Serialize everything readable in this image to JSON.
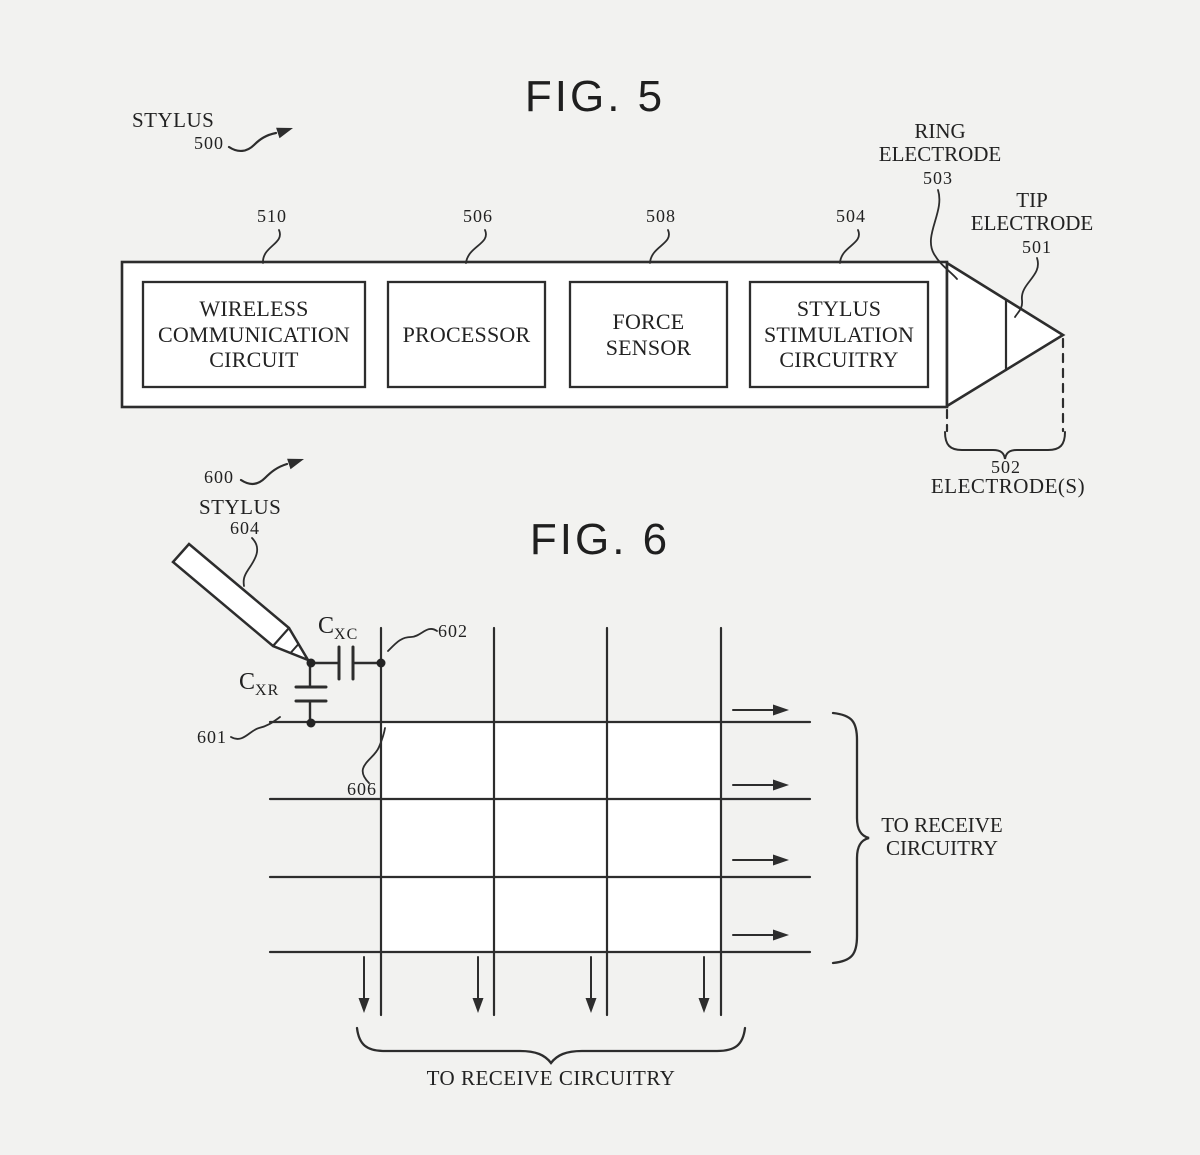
{
  "fig5": {
    "title": "FIG. 5",
    "stylus": {
      "label": "STYLUS",
      "ref": "500"
    },
    "blocks": [
      {
        "ref": "510",
        "label": "WIRELESS COMMUNICATION CIRCUIT"
      },
      {
        "ref": "506",
        "label": "PROCESSOR"
      },
      {
        "ref": "508",
        "label": "FORCE SENSOR"
      },
      {
        "ref": "504",
        "label": "STYLUS STIMULATION CIRCUITRY"
      }
    ],
    "ring_electrode": {
      "line1": "RING",
      "line2": "ELECTRODE",
      "ref": "503"
    },
    "tip_electrode": {
      "line1": "TIP",
      "line2": "ELECTRODE",
      "ref": "501"
    },
    "electrodes": {
      "ref": "502",
      "label": "ELECTRODE(S)"
    }
  },
  "fig6": {
    "title": "FIG. 6",
    "stylus": {
      "ref": "600",
      "label": "STYLUS",
      "tip_ref": "604"
    },
    "capacitors": {
      "cxc_main": "C",
      "cxc_sub": "XC",
      "cxr_main": "C",
      "cxr_sub": "XR"
    },
    "refs": {
      "column": "602",
      "row": "601",
      "node": "606"
    },
    "receive_right": {
      "line1": "TO RECEIVE",
      "line2": "CIRCUITRY"
    },
    "receive_bottom": "TO RECEIVE CIRCUITRY"
  },
  "colors": {
    "background": "#f2f2f0",
    "line": "#2d2d2d",
    "text": "#222222",
    "shape_fill": "#ffffff"
  }
}
